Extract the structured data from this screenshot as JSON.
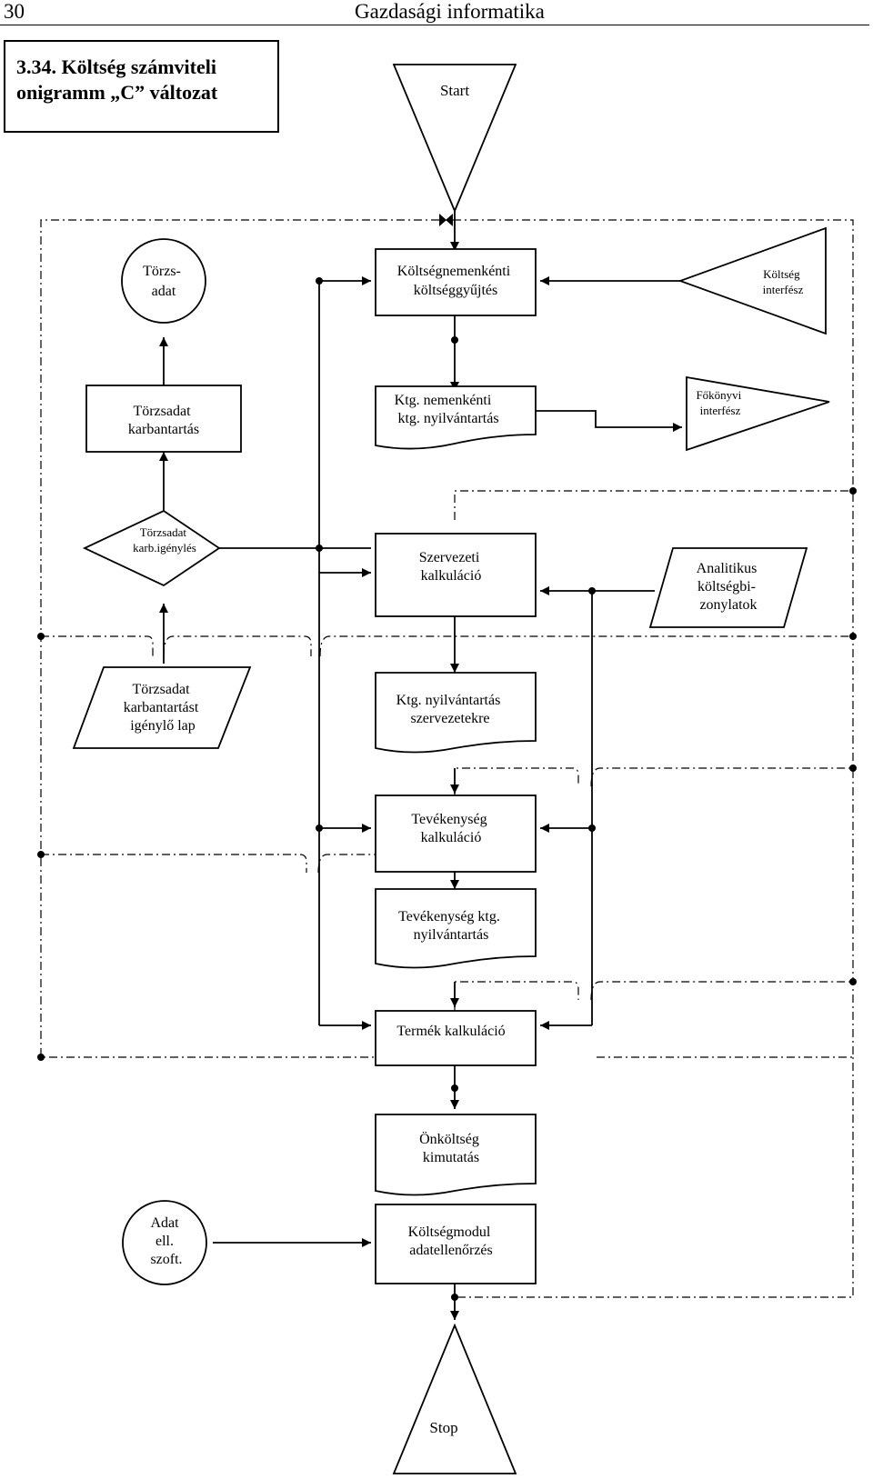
{
  "header": {
    "page_number": "30",
    "book_title": "Gazdasági informatika"
  },
  "figure": {
    "title_line1": "3.34. Költség számviteli",
    "title_line2": "onigramm „C” változat"
  },
  "nodes": {
    "start": "Start",
    "torzsadat_circle": [
      "Törzs-",
      "adat"
    ],
    "koltsegnemenkenti_gyujtes": [
      "Költségnemenkénti",
      "költséggyűjtés"
    ],
    "koltseg_interfesz": [
      "Költség",
      "interfész"
    ],
    "torzsadat_karbantartas": [
      "Törzsadat",
      "karbantartás"
    ],
    "ktg_nemenkenti_nyilvantartas": [
      "Ktg. nemenkénti",
      "ktg. nyilvántartás"
    ],
    "fokonyvi_interfesz": [
      "Főkönyvi",
      "interfész"
    ],
    "torzsadat_karb_igenyles": [
      "Törzsadat",
      "karb.igénylés"
    ],
    "szervezeti_kalkulacio": [
      "Szervezeti",
      "kalkuláció"
    ],
    "analitikus_bizonylatok": [
      "Analitikus",
      "költségbi-",
      "zonylatok"
    ],
    "karbantartast_igenylo_lap": [
      "Törzsadat",
      "karbantartást",
      "igénylő lap"
    ],
    "ktg_nyilvantartas_szervezetekre": [
      "Ktg. nyilvántartás",
      "szervezetekre"
    ],
    "tevekenyseg_kalkulacio": [
      "Tevékenység",
      "kalkuláció"
    ],
    "tevekenyseg_ktg_nyilvantartas": [
      "Tevékenység ktg.",
      "nyilvántartás"
    ],
    "termek_kalkulacio": "Termék kalkuláció",
    "onkoltseg_kimutatas": [
      "Önköltség",
      "kimutatás"
    ],
    "adat_ell_szoft": [
      "Adat",
      "ell.",
      "szoft."
    ],
    "koltsegmodul_adatellenorzes": [
      "Költségmodul",
      "adatellenőrzés"
    ],
    "stop": "Stop"
  }
}
